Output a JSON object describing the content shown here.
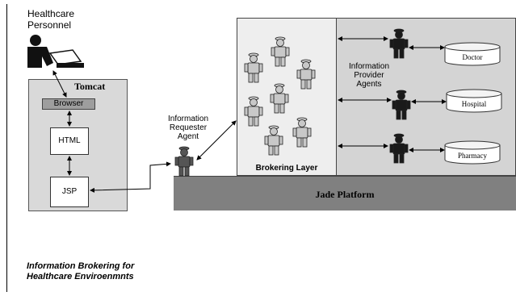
{
  "labels": {
    "healthcare_personnel": [
      "Healthcare",
      "Personnel"
    ],
    "tomcat": "Tomcat",
    "browser": "Browser",
    "html": "HTML",
    "jsp": "JSP",
    "information_requester_agent": [
      "Information",
      "Requester",
      "Agent"
    ],
    "brokering_layer": "Brokering Layer",
    "information_provider_agents": [
      "Information",
      "Provider",
      "Agents"
    ],
    "jade_platform": "Jade Platform",
    "databases": [
      "Doctor",
      "Hospital",
      "Pharmacy"
    ],
    "caption": [
      "Information Brokering for",
      "Healthcare Enviroenmnts"
    ]
  },
  "colors": {
    "tomcat_fill": "#d9d9d9",
    "browser_fill": "#9e9e9e",
    "jade_fill": "#808080",
    "brokering_fill": "#eeeeee",
    "provider_fill": "#d4d4d4",
    "agent_dark": "#1a1a1a",
    "agent_gray": "#c8c8c8"
  },
  "icons": [
    "person-at-computer-icon",
    "agent-icon",
    "database-cylinder-icon"
  ]
}
